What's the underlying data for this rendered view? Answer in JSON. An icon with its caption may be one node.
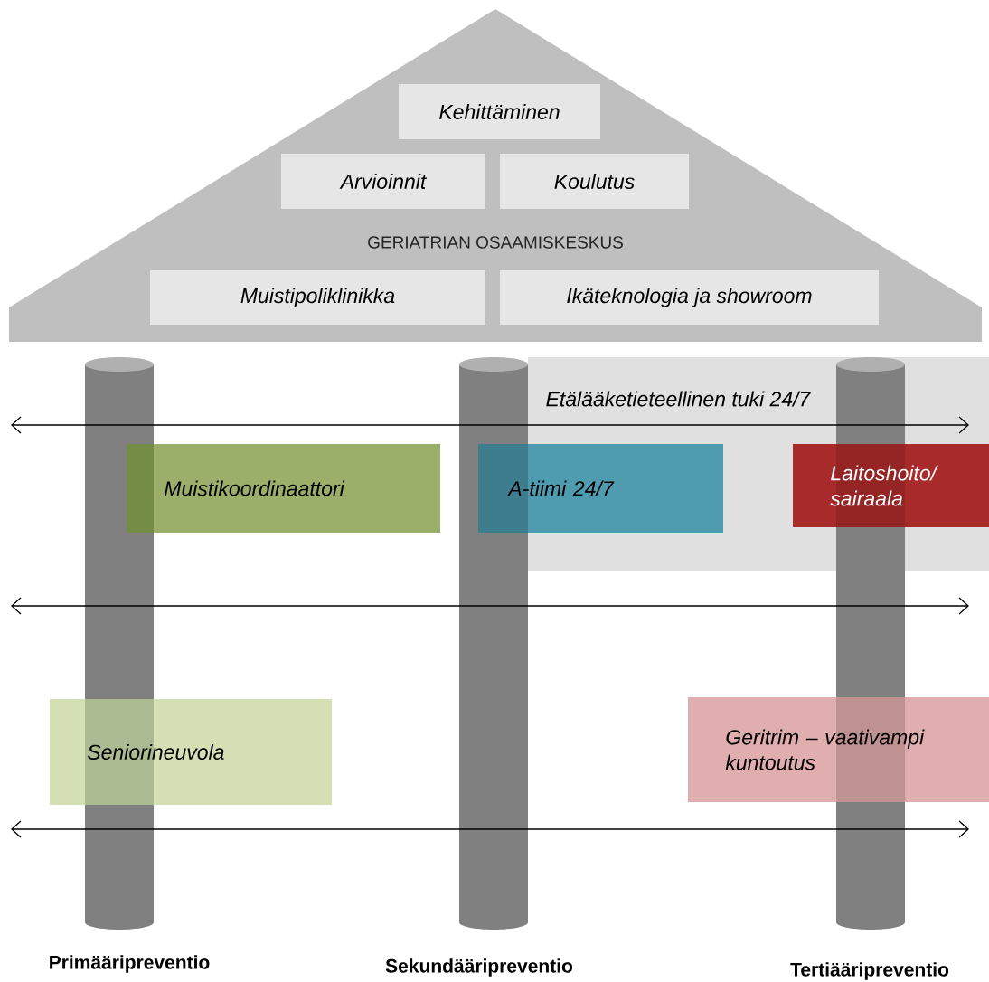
{
  "diagram": {
    "nodes": [
      {
        "text": [
          "GERIATRIAN OSAAMISKESKUS"
        ]
      },
      {
        "text": [
          "Kehittäminen"
        ],
        "in": 0
      },
      {
        "text": [
          "Arvioinnit"
        ],
        "in": 0
      },
      {
        "text": [
          "Koulutus"
        ],
        "in": 0
      },
      {
        "text": [
          "Muistipoliklinikka"
        ],
        "in": 0
      },
      {
        "text": [
          "Ikäteknologia ja showroom"
        ],
        "in": 0
      },
      {
        "text": [],
        "shape": "cylinder",
        "beside": [
          "Primääripreventio"
        ]
      },
      {
        "text": [],
        "shape": "cylinder",
        "beside": [
          "Sekundääripreventio"
        ]
      },
      {
        "text": [],
        "shape": "cylinder",
        "beside": [
          "Tertiääripreventio"
        ]
      },
      {
        "text": [
          "Etälääketieteellinen tuki 24/7"
        ]
      },
      {
        "text": [
          "Muistikoordinaattori"
        ]
      },
      {
        "text": [
          "A-tiimi 24/7"
        ]
      },
      {
        "text": [
          "Laitoshoito/ sairaala"
        ],
        "in": 9
      },
      {
        "text": [
          "Seniorineuvola"
        ]
      },
      {
        "text": [
          "Geritrim – vaativampi kuntoutus"
        ]
      }
    ]
  }
}
